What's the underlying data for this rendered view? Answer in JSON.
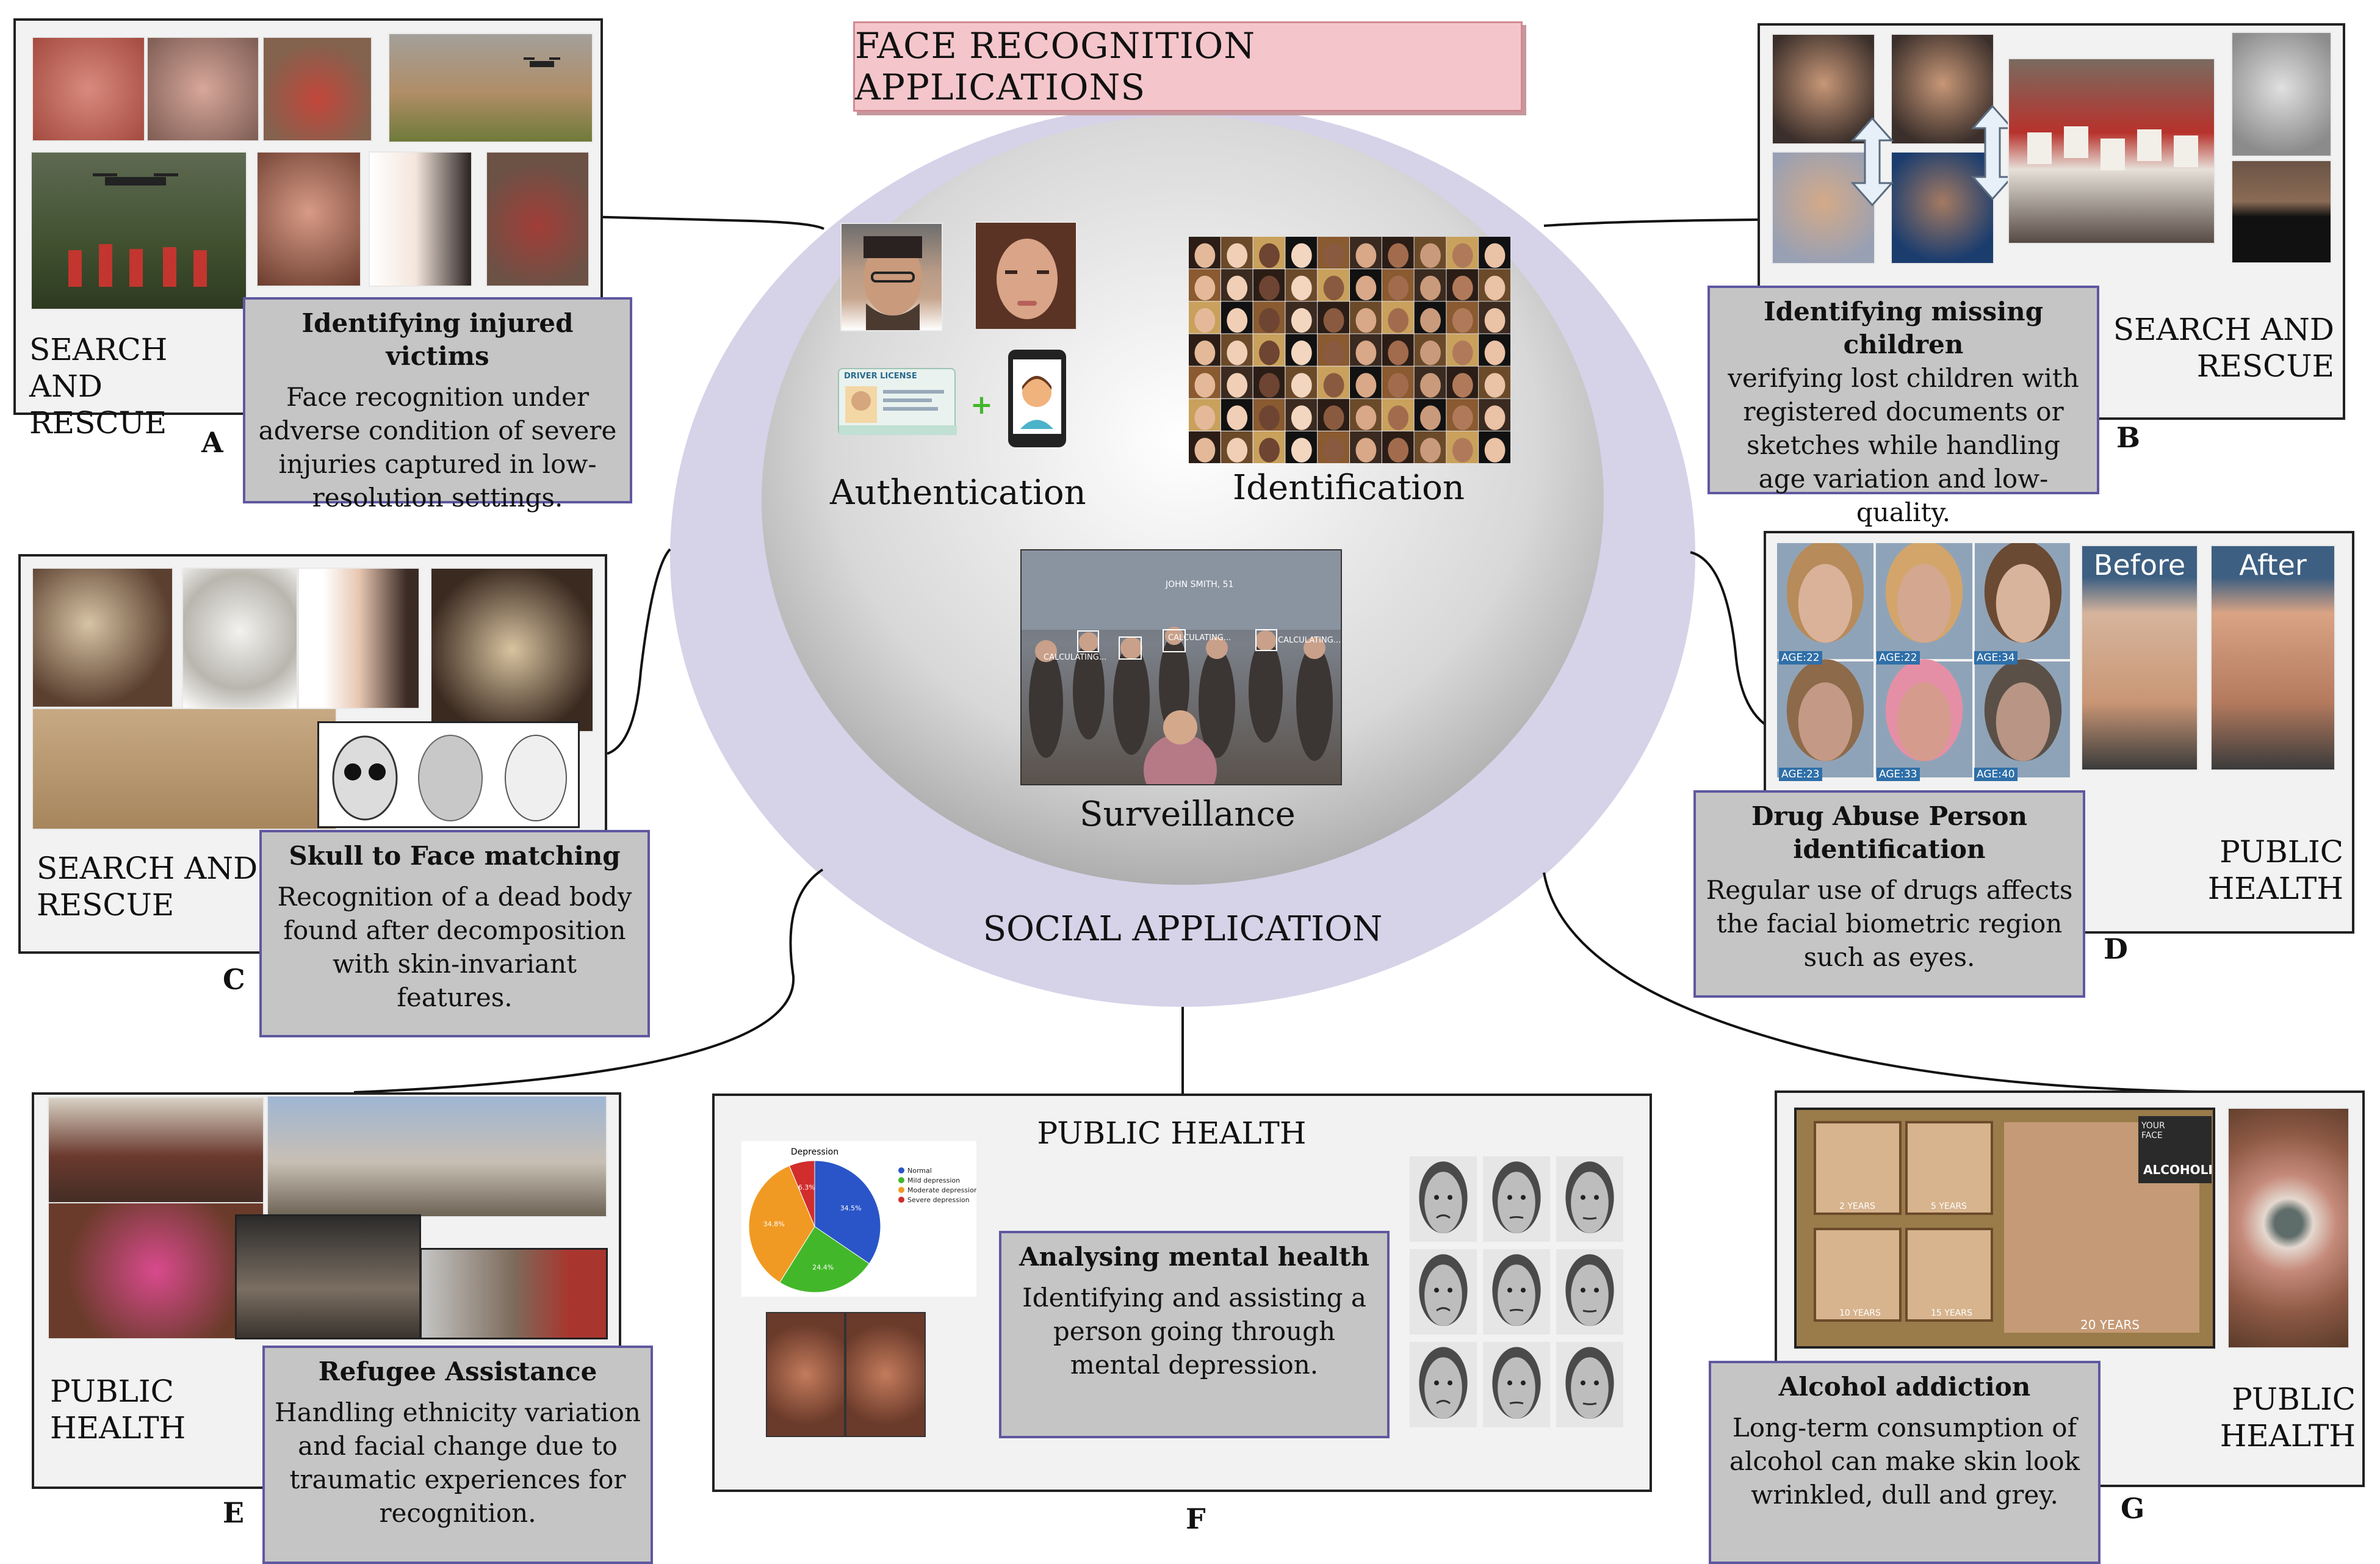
{
  "title": "FACE RECOGNITION APPLICATIONS",
  "center": {
    "authentication": "Authentication",
    "identification": "Identification",
    "surveillance": "Surveillance",
    "social": "SOCIAL APPLICATION",
    "license_card": "DRIVER LICENSE",
    "crowd_tag_1": "JOHN SMITH, 51",
    "crowd_tag_2": "CALCULATING...",
    "crowd_tag_3": "CALCULATING...",
    "crowd_tag_4": "CALCULATING..."
  },
  "panels": {
    "A": {
      "letter": "A",
      "category": "SEARCH AND RESCUE",
      "callout_title": "Identifying injured victims",
      "callout_text": "Face recognition under adverse condition of severe injuries captured in low-resolution settings."
    },
    "B": {
      "letter": "B",
      "category": "SEARCH AND RESCUE",
      "callout_title": "Identifying missing children",
      "callout_text": "verifying lost children with registered documents or sketches while handling age variation and low-quality."
    },
    "C": {
      "letter": "C",
      "category": "SEARCH AND RESCUE",
      "callout_title": "Skull to Face matching",
      "callout_text": "Recognition of a dead body found after decomposition with skin-invariant features."
    },
    "D": {
      "letter": "D",
      "category": "PUBLIC HEALTH",
      "callout_title": "Drug Abuse Person identification",
      "callout_text": "Regular use of drugs affects the facial biometric region such as eyes.",
      "before": "Before",
      "after": "After",
      "ages": [
        "AGE:22",
        "AGE:22",
        "AGE:34",
        "AGE:23",
        "AGE:33",
        "AGE:40"
      ]
    },
    "E": {
      "letter": "E",
      "category": "PUBLIC HEALTH",
      "callout_title": "Refugee Assistance",
      "callout_text": "Handling ethnicity variation and facial change due to traumatic experiences for recognition."
    },
    "F": {
      "letter": "F",
      "category": "PUBLIC HEALTH",
      "callout_title": "Analysing mental health",
      "callout_text": "Identifying and assisting a person going through mental depression."
    },
    "G": {
      "letter": "G",
      "category": "PUBLIC HEALTH",
      "callout_title": "Alcohol addiction",
      "callout_text": "Long-term consumption of alcohol can make skin look wrinkled, dull and grey.",
      "poster_label": "ALCOHOLIC",
      "poster_top": "YOUR FACE",
      "ages": [
        "2 YEARS",
        "5 YEARS",
        "10 YEARS",
        "15 YEARS",
        "20 YEARS"
      ]
    }
  },
  "chart_data": {
    "type": "pie",
    "title": "Depression",
    "categories": [
      "Normal",
      "Mild depression",
      "Moderate depression",
      "Severe depression"
    ],
    "values": [
      34.5,
      24.4,
      34.8,
      6.3
    ],
    "colors": [
      "#2a55c8",
      "#43b72a",
      "#f09a23",
      "#d12d2d"
    ]
  },
  "colors": {
    "ellipse_outer": "#d6d2e8",
    "callout_border": "#5f58a0",
    "callout_fill": "#c5c5c5",
    "title_fill": "#f4c6cb"
  }
}
